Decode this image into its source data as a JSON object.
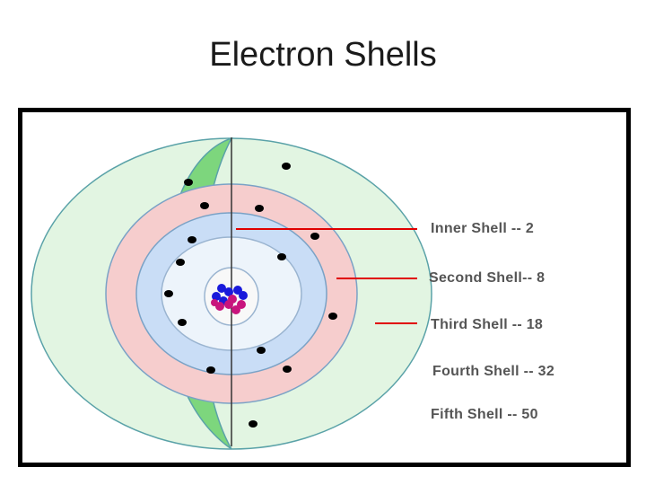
{
  "title": "Electron Shells",
  "colors": {
    "outer_shell": "#e2f5e2",
    "green_band": "#7dd67d",
    "pink_shell": "#f6cdcd",
    "blue_shell": "#c9ddf6",
    "pale_shell": "#edf4fb",
    "core": "#f8f8f8",
    "leader_line": "#e00000",
    "label_text": "#555555",
    "proton": "#1a1adb",
    "neutron": "#c8147d",
    "electron": "#000000"
  },
  "labels": [
    {
      "text": "Inner Shell -- 2"
    },
    {
      "text": "Second Shell-- 8"
    },
    {
      "text": "Third Shell --  18"
    },
    {
      "text": "Fourth Shell -- 32"
    },
    {
      "text": "Fifth Shell --  50"
    }
  ]
}
